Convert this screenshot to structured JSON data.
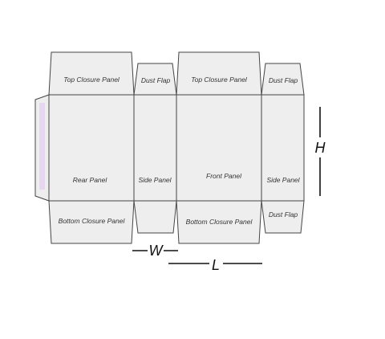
{
  "panels": {
    "top_closure_left": "Top Closure Panel",
    "dust_flap_top_left": "Dust Flap",
    "top_closure_right": "Top Closure Panel",
    "dust_flap_top_right": "Dust Flap",
    "rear": "Rear Panel",
    "side_left": "Side Panel",
    "front": "Front Panel",
    "side_right": "Side Panel",
    "bottom_closure_left": "Bottom Closure Panel",
    "bottom_closure_right": "Bottom Closure Panel",
    "dust_flap_bottom_right": "Dust Flap"
  },
  "dimensions": {
    "width": "W",
    "length": "L",
    "height": "H"
  },
  "colors": {
    "panel_fill": "#eeeeee",
    "outline": "#444444",
    "glue_strip": "#e6d6f3"
  }
}
